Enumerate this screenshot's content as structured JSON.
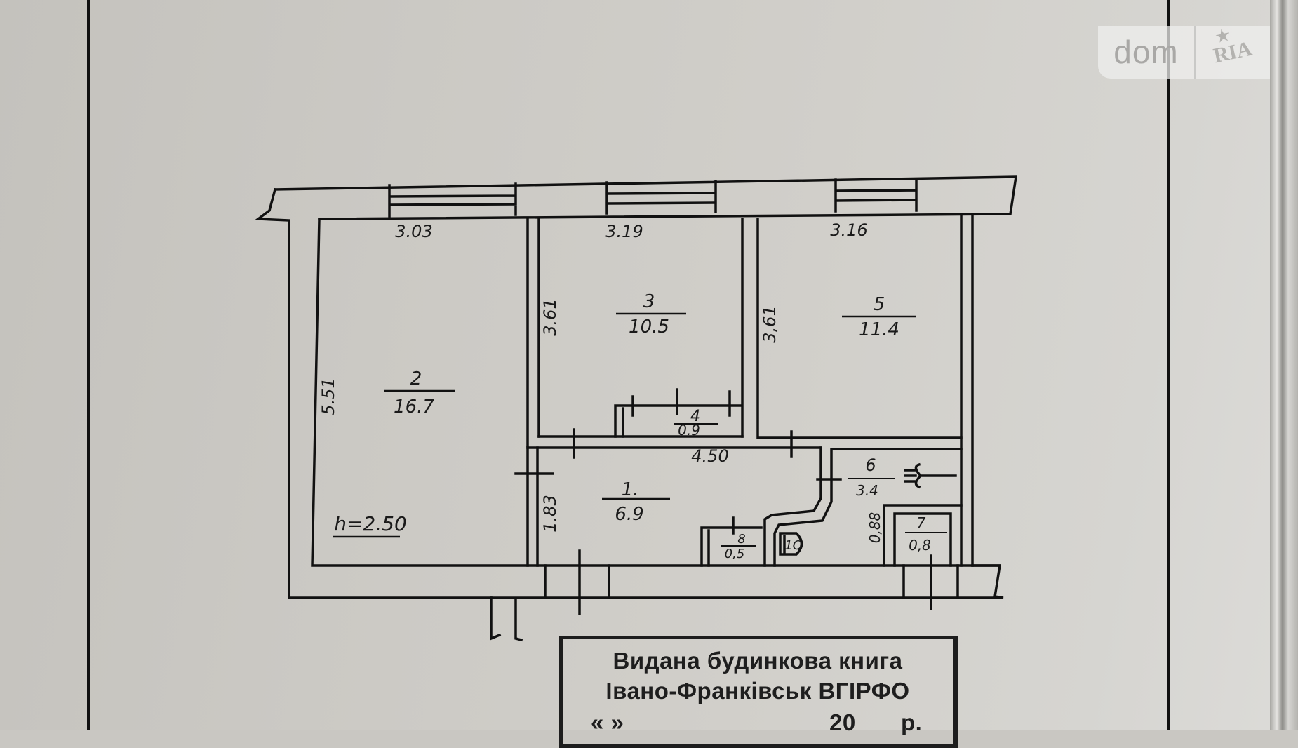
{
  "watermark": {
    "left": "dom",
    "right": "RIA"
  },
  "plan": {
    "ceiling_height": "h=2.50",
    "rooms": [
      {
        "id": "1",
        "number": "1.",
        "area": "6.9"
      },
      {
        "id": "2",
        "number": "2",
        "area": "16.7"
      },
      {
        "id": "3",
        "number": "3",
        "area": "10.5"
      },
      {
        "id": "4",
        "number": "4",
        "area": "0.9"
      },
      {
        "id": "5",
        "number": "5",
        "area": "11.4"
      },
      {
        "id": "6",
        "number": "6",
        "area": "3.4"
      },
      {
        "id": "7",
        "number": "7",
        "area": "0,8"
      },
      {
        "id": "8",
        "number": "8",
        "area": "0,5"
      }
    ],
    "dimensions": {
      "room2_width": "3.03",
      "room3_width": "3.19",
      "room5_width": "3.16",
      "room2_length": "5.51",
      "room3_length": "3.61",
      "room5_length": "3,61",
      "corridor_length": "4.50",
      "corridor_width": "1.83",
      "bath_dim": "0,88"
    },
    "fixtures": {
      "toilet": "1О"
    }
  },
  "stamp": {
    "line1": "Видана будинкова книга",
    "line2": "Івано-Франківськ ВГІРФО",
    "line3_quotes": "«      »",
    "line3_year": "20",
    "line3_suffix": "р."
  }
}
